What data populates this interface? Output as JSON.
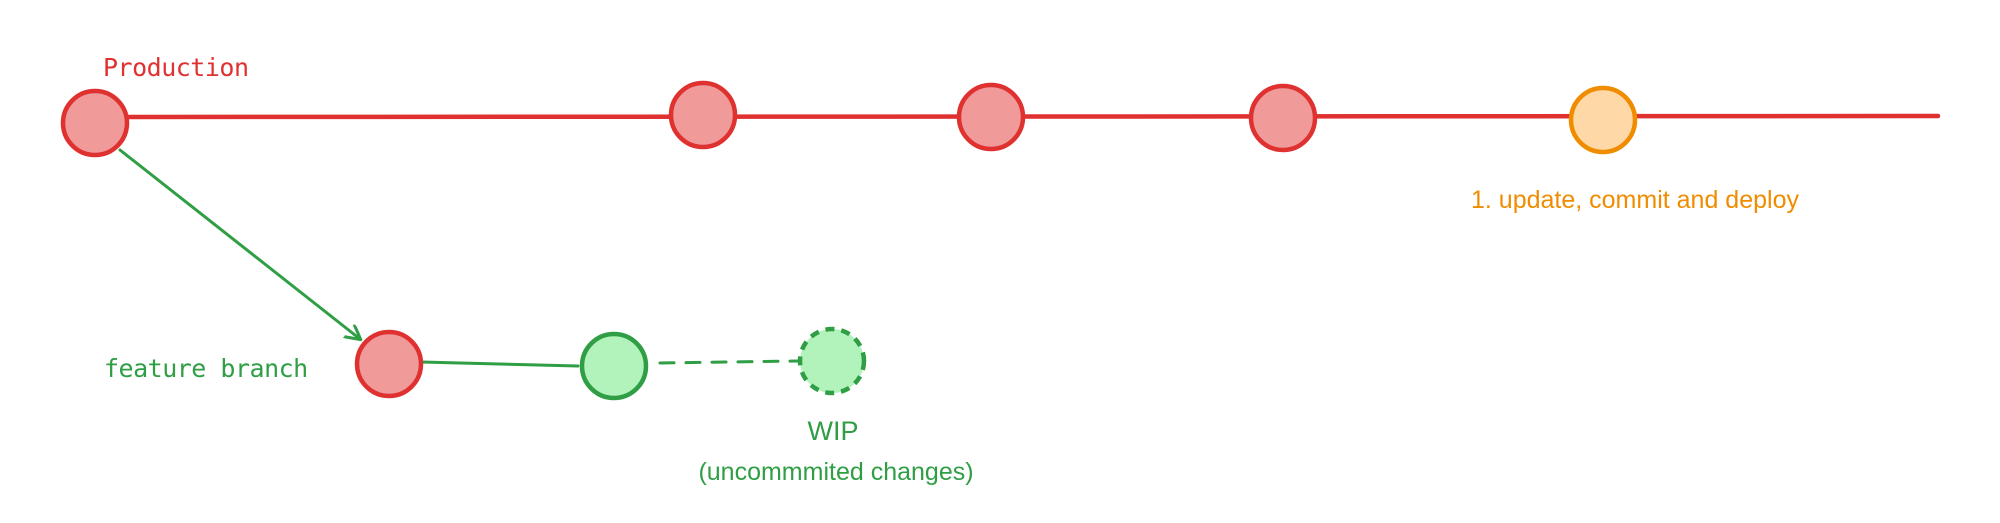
{
  "colors": {
    "production": "#e03131",
    "production_fill": "#f09a9a",
    "feature": "#2f9e44",
    "feature_fill": "#b2f2bb",
    "highlight": "#f08c00",
    "highlight_fill": "#ffd8a8"
  },
  "labels": {
    "production": "Production",
    "feature_branch": "feature branch",
    "wip_title": "WIP",
    "wip_subtitle": "(uncommmited changes)",
    "update_step": "1. update, commit and deploy"
  },
  "nodes": {
    "production": [
      {
        "kind": "commit"
      },
      {
        "kind": "commit"
      },
      {
        "kind": "commit"
      },
      {
        "kind": "commit"
      },
      {
        "kind": "highlighted-commit"
      }
    ],
    "feature": [
      {
        "kind": "branch-point"
      },
      {
        "kind": "commit"
      },
      {
        "kind": "uncommitted"
      }
    ]
  }
}
